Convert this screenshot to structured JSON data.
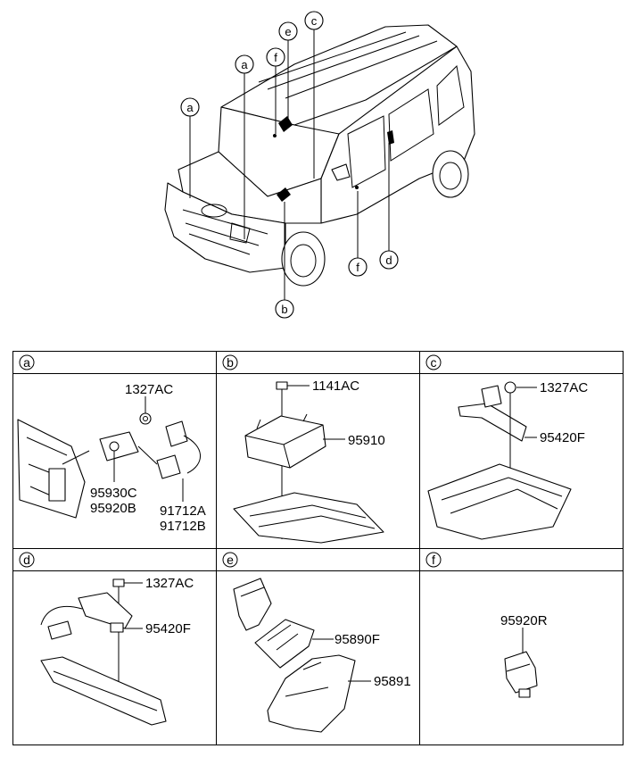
{
  "car_callouts": [
    "a",
    "a",
    "f",
    "e",
    "c",
    "b",
    "f",
    "d"
  ],
  "panels": [
    {
      "letter": "a",
      "parts": [
        "1327AC",
        "95930C",
        "95920B",
        "91712A",
        "91712B"
      ]
    },
    {
      "letter": "b",
      "parts": [
        "1141AC",
        "95910"
      ]
    },
    {
      "letter": "c",
      "parts": [
        "1327AC",
        "95420F"
      ]
    },
    {
      "letter": "d",
      "parts": [
        "1327AC",
        "95420F"
      ]
    },
    {
      "letter": "e",
      "parts": [
        "95890F",
        "95891"
      ]
    },
    {
      "letter": "f",
      "parts": [
        "95920R"
      ]
    }
  ]
}
